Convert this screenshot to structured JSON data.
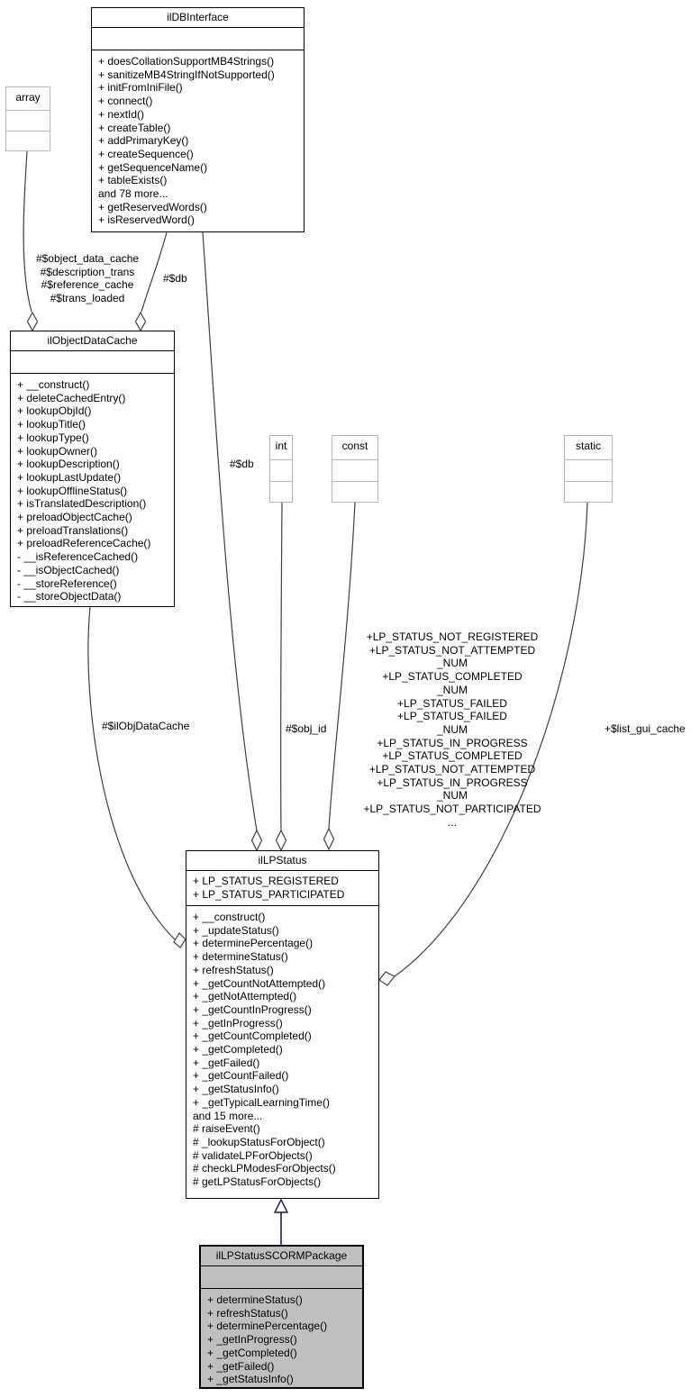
{
  "classes": {
    "ildbinterface": {
      "title": "ilDBInterface",
      "attributes": [],
      "methods": [
        "+ doesCollationSupportMB4Strings()",
        "+ sanitizeMB4StringIfNotSupported()",
        "+ initFromIniFile()",
        "+ connect()",
        "+ nextId()",
        "+ createTable()",
        "+ addPrimaryKey()",
        "+ createSequence()",
        "+ getSequenceName()",
        "+ tableExists()",
        "and 78 more...",
        "+ getReservedWords()",
        "+ isReservedWord()"
      ]
    },
    "ilobjectdatacache": {
      "title": "ilObjectDataCache",
      "attributes": [],
      "methods": [
        "+ __construct()",
        "+ deleteCachedEntry()",
        "+ lookupObjId()",
        "+ lookupTitle()",
        "+ lookupType()",
        "+ lookupOwner()",
        "+ lookupDescription()",
        "+ lookupLastUpdate()",
        "+ lookupOfflineStatus()",
        "+ isTranslatedDescription()",
        "+ preloadObjectCache()",
        "+ preloadTranslations()",
        "+ preloadReferenceCache()",
        "- __isReferenceCached()",
        "- __isObjectCached()",
        "- __storeReference()",
        "- __storeObjectData()"
      ]
    },
    "illpstatus": {
      "title": "ilLPStatus",
      "attributes": [
        "+ LP_STATUS_REGISTERED",
        "+ LP_STATUS_PARTICIPATED"
      ],
      "methods": [
        "+ __construct()",
        "+ _updateStatus()",
        "+ determinePercentage()",
        "+ determineStatus()",
        "+ refreshStatus()",
        "+ _getCountNotAttempted()",
        "+ _getNotAttempted()",
        "+ _getCountInProgress()",
        "+ _getInProgress()",
        "+ _getCountCompleted()",
        "+ _getCompleted()",
        "+ _getFailed()",
        "+ _getCountFailed()",
        "+ _getStatusInfo()",
        "+ _getTypicalLearningTime()",
        "and 15 more...",
        "# raiseEvent()",
        "# _lookupStatusForObject()",
        "# validateLPForObjects()",
        "# checkLPModesForObjects()",
        "# getLPStatusForObjects()"
      ]
    },
    "illpstatusscormpackage": {
      "title": "ilLPStatusSCORMPackage",
      "attributes": [],
      "methods": [
        "+ determineStatus()",
        "+ refreshStatus()",
        "+ determinePercentage()",
        "+ _getInProgress()",
        "+ _getCompleted()",
        "+ _getFailed()",
        "+ _getStatusInfo()"
      ]
    }
  },
  "types": {
    "array": "array",
    "int": "int",
    "const": "const",
    "static": "static"
  },
  "edge_labels": {
    "array_to_objectcache": [
      "#$object_data_cache",
      "#$description_trans",
      "#$reference_cache",
      "#$trans_loaded"
    ],
    "db_to_objectcache": "#$db",
    "db_to_lpstatus": "#$db",
    "objectcache_to_lpstatus": "#$ilObjDataCache",
    "int_to_lpstatus": "#$obj_id",
    "const_to_lpstatus": [
      "+LP_STATUS_NOT_REGISTERED",
      "+LP_STATUS_NOT_ATTEMPTED",
      "_NUM",
      "+LP_STATUS_COMPLETED",
      "_NUM",
      "+LP_STATUS_FAILED",
      "+LP_STATUS_FAILED",
      "_NUM",
      "+LP_STATUS_IN_PROGRESS",
      "+LP_STATUS_COMPLETED",
      "+LP_STATUS_NOT_ATTEMPTED",
      "+LP_STATUS_IN_PROGRESS",
      "_NUM",
      "+LP_STATUS_NOT_PARTICIPATED",
      "..."
    ],
    "static_to_lpstatus": "+$list_gui_cache"
  },
  "colors": {
    "node_border": "#000000",
    "type_border": "#b6b6b6",
    "edge": "#404040",
    "inheritance": "#191970",
    "selected_fill": "#bfbfbf"
  }
}
